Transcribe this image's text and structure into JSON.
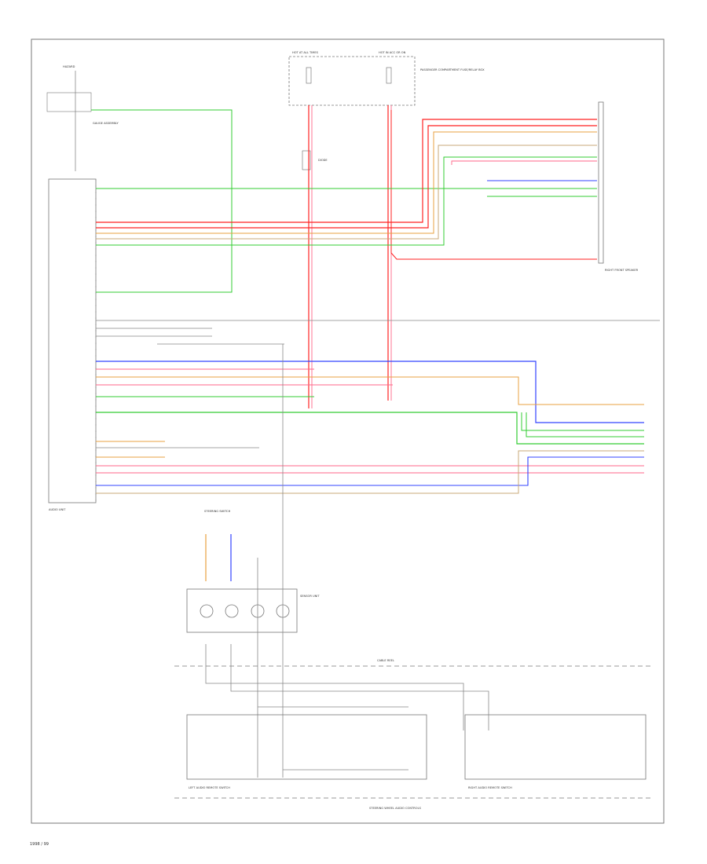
{
  "footer": "1998 / 99",
  "top_fuses": {
    "left": "HOT AT ALL TIMES",
    "right": "HOT IN ACC OR ON"
  },
  "top_note": "PASSENGER COMPARTMENT FUSE/RELAY BOX",
  "hazard_label": "HAZARD",
  "gauge_note": "GAUGE ASSEMBLY",
  "diode_label": "DIODE",
  "unit_left": "AUDIO UNIT",
  "unit_right": "RIGHT FRONT SPEAKER",
  "sensor_label": "SENSOR UNIT",
  "steering_switch": "STEERING SWITCH",
  "cable_reel": "CABLE REEL",
  "bottom_label": "STEERING WHEEL AUDIO CONTROLS",
  "left_module": "LEFT AUDIO REMOTE SWITCH",
  "right_module": "RIGHT AUDIO REMOTE SWITCH",
  "wire_colors": {
    "red": "#ff2222",
    "pink": "#ff6688",
    "orange": "#e8a040",
    "green": "#33cc33",
    "blue": "#3344ff",
    "tan": "#c8a878",
    "gray": "#888888",
    "yellow": "#d8c830"
  }
}
